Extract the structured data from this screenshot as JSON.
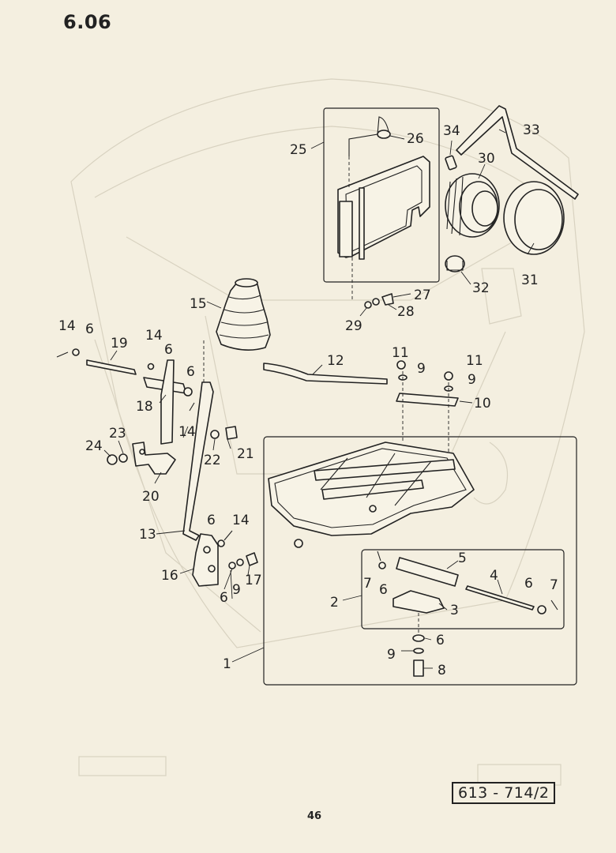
{
  "header": {
    "section_number": "6.06"
  },
  "footer": {
    "page_number": "46",
    "drawing_number": "613 - 714/2"
  },
  "colors": {
    "paper": "#f4efe0",
    "ink": "#222222",
    "ghost": "#d8d2c0"
  },
  "callouts": {
    "c1": "1",
    "c2": "2",
    "c3": "3",
    "c4": "4",
    "c5": "5",
    "c6": "6",
    "c7": "7",
    "c8": "8",
    "c9": "9",
    "c10": "10",
    "c11": "11",
    "c12": "12",
    "c13": "13",
    "c14": "14",
    "c15": "15",
    "c16": "16",
    "c17": "17",
    "c18": "18",
    "c19": "19",
    "c20": "20",
    "c21": "21",
    "c22": "22",
    "c23": "23",
    "c24": "24",
    "c25": "25",
    "c26": "26",
    "c27": "27",
    "c28": "28",
    "c29": "29",
    "c30": "30",
    "c31": "31",
    "c32": "32",
    "c33": "33",
    "c34": "34"
  }
}
